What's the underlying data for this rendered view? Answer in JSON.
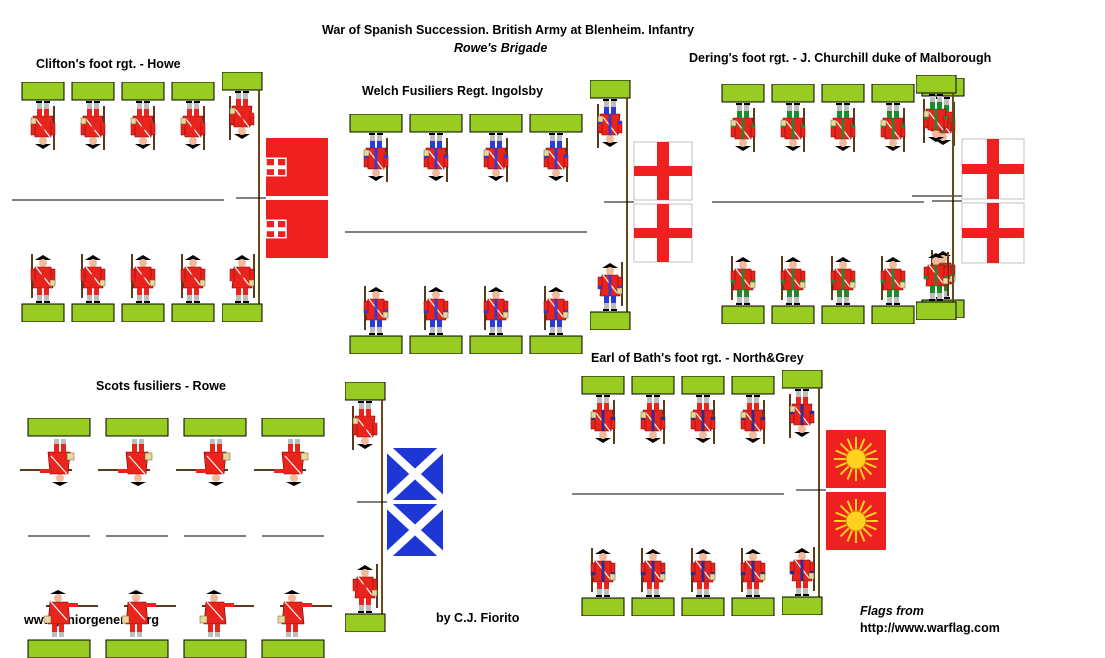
{
  "sheet": {
    "title": "War of Spanish Succession. British Army at Blenheim. Infantry",
    "subtitle": "Rowe's Brigade",
    "site": "www.juniorgeneral.org",
    "author": "by C.J. Fiorito",
    "flags_credit_line1": "Flags from",
    "flags_credit_line2": "http://www.warflag.com"
  },
  "units": [
    {
      "label": "Clifton's foot rgt. - Howe",
      "coat": "#e8241c",
      "breeches": "#e8241c",
      "facing": "#e8241c",
      "flag": "red-union-canton",
      "flag_colors": [
        "#ee2020",
        "#ffffff"
      ]
    },
    {
      "label": "Welch Fusiliers Regt. Ingolsby",
      "coat": "#e8241c",
      "breeches": "#2a3bd8",
      "facing": "#2a3bd8",
      "flag": "st-george",
      "flag_colors": [
        "#ffffff",
        "#ee2020"
      ]
    },
    {
      "label": "Dering's foot rgt. - J. Churchill duke of Malborough",
      "coat": "#e8241c",
      "breeches": "#1f8a2c",
      "facing": "#1f8a2c",
      "flag": "st-george",
      "flag_colors": [
        "#ffffff",
        "#ee2020"
      ]
    },
    {
      "label": "Scots fusiliers - Rowe",
      "coat": "#e8241c",
      "breeches": "#e8241c",
      "facing": "#e8241c",
      "flag": "saltire",
      "flag_colors": [
        "#1e36d4",
        "#ffffff"
      ]
    },
    {
      "label": "Earl of Bath's foot rgt. - North&Grey",
      "coat": "#e8241c",
      "breeches": "#e8241c",
      "facing": "#1e2c9a",
      "flag": "sun",
      "flag_colors": [
        "#ee2020",
        "#ffd21f"
      ]
    }
  ],
  "colors": {
    "base": "#99cc22",
    "base_border": "#000000",
    "flesh": "#f2b99a",
    "hat": "#000000",
    "gaiter": "#bdbdbd"
  }
}
